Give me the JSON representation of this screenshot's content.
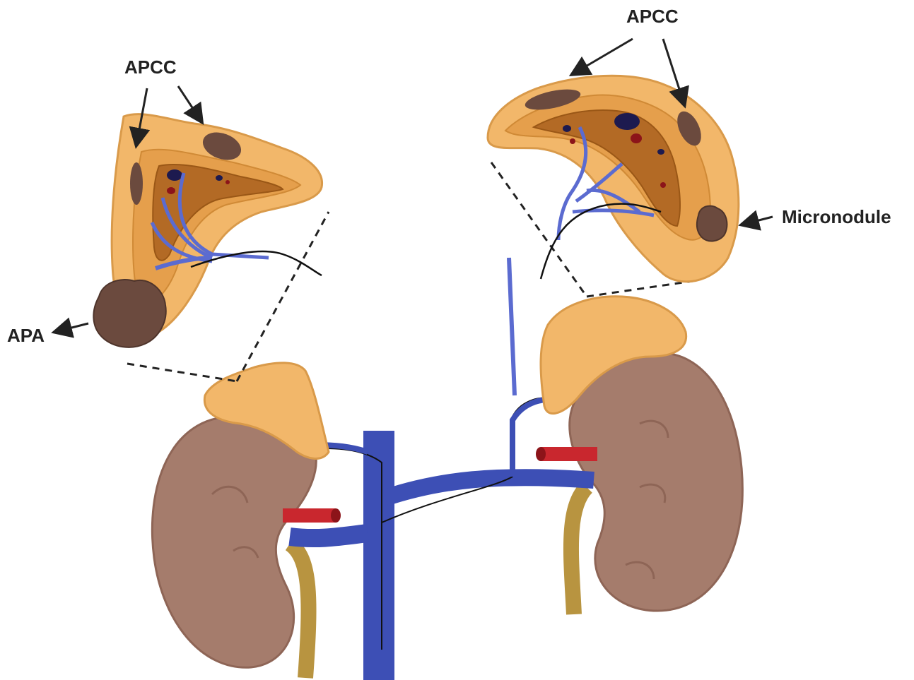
{
  "labels": {
    "apcc_left": "APCC",
    "apcc_right": "APCC",
    "apa": "APA",
    "micronodule": "Micronodule"
  },
  "colors": {
    "kidney": "#a57c6c",
    "kidney_shadow": "#8e6556",
    "adrenal_cortex": "#f2b76a",
    "adrenal_outline": "#d99a4a",
    "adrenal_medulla": "#c07a2e",
    "nodule": "#6b4a3e",
    "vein": "#3d4fb5",
    "artery": "#c9272e",
    "ureter": "#b89440",
    "label": "#222222"
  }
}
